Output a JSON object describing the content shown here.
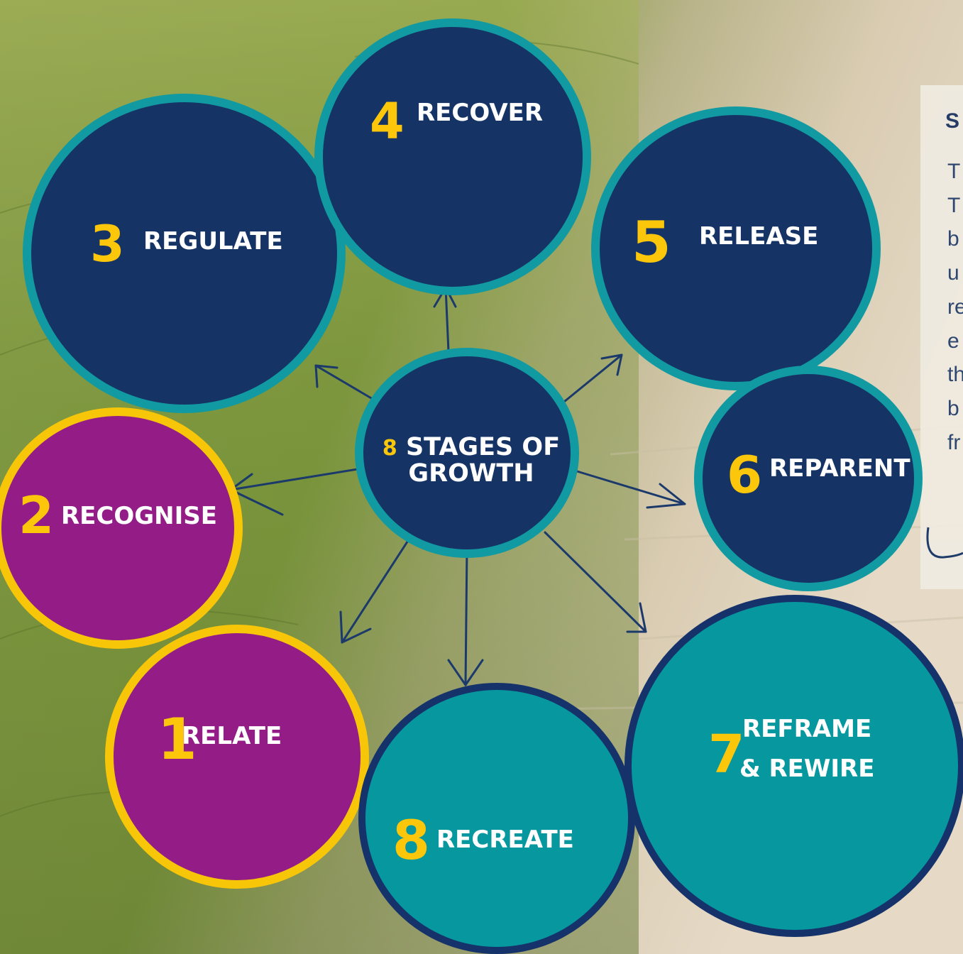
{
  "center": {
    "number": "8",
    "title_line1": "STAGES OF",
    "title_line2": "GROWTH"
  },
  "stages": [
    {
      "number": "1",
      "label": "RELATE"
    },
    {
      "number": "2",
      "label": "RECOGNISE"
    },
    {
      "number": "3",
      "label": "REGULATE"
    },
    {
      "number": "4",
      "label": "RECOVER"
    },
    {
      "number": "5",
      "label": "RELEASE"
    },
    {
      "number": "6",
      "label": "REPARENT"
    },
    {
      "number": "7",
      "label_line1": "REFRAME",
      "label_line2": "& REWIRE"
    },
    {
      "number": "8",
      "label": "RECREATE"
    }
  ],
  "side_panel": {
    "title": "S",
    "lines": [
      "T",
      "T",
      "b",
      "u",
      "re",
      "e",
      "th",
      "b",
      "fr"
    ]
  },
  "colors": {
    "navy": "#153465",
    "teal": "#07989f",
    "purple": "#931c86",
    "yellow": "#fcc60a"
  }
}
